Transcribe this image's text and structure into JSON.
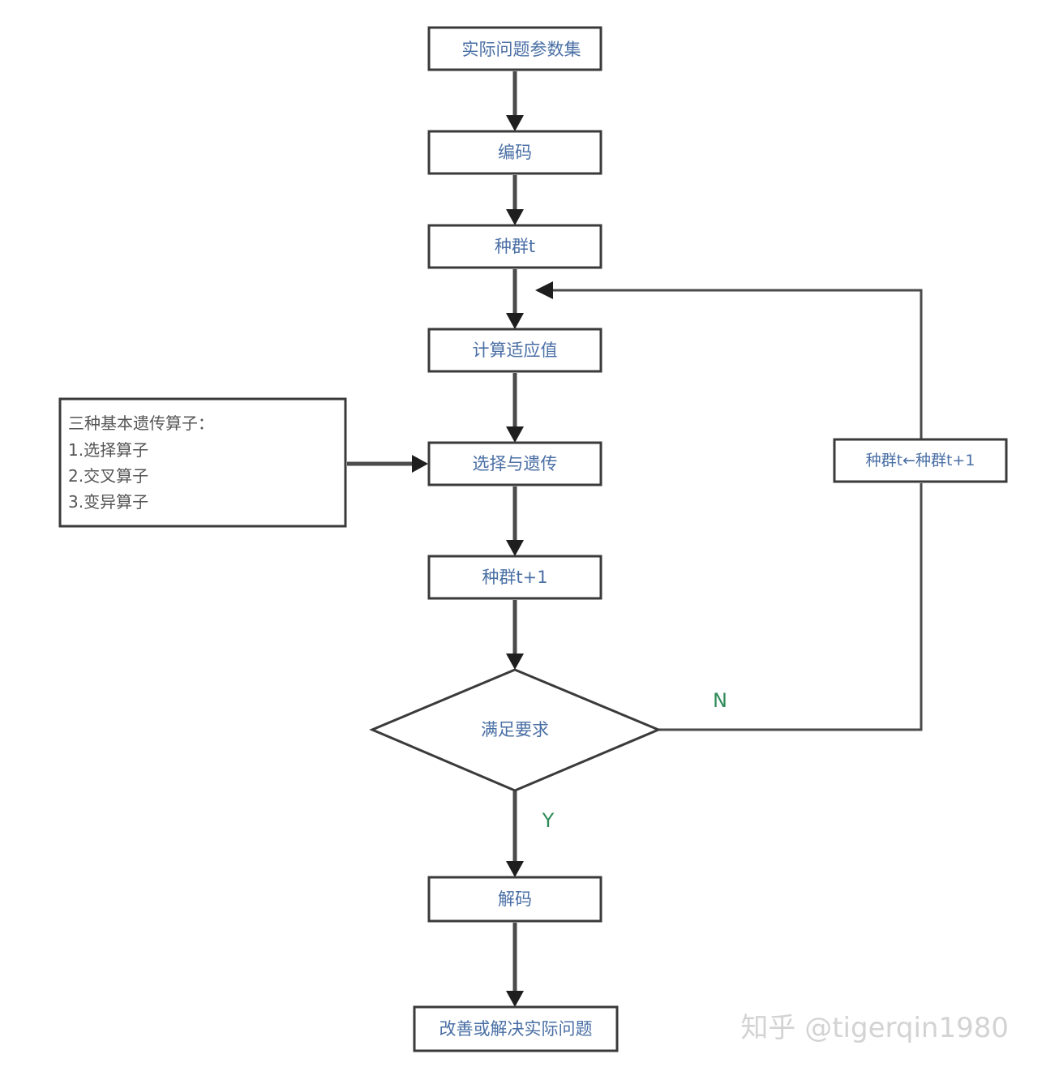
{
  "nodes": {
    "param_set": "实际问题参数集",
    "encode": "编码",
    "population_t": "种群t",
    "fitness": "计算适应值",
    "selection": "选择与遗传",
    "population_t1": "种群t+1",
    "decision": "满足要求",
    "decode": "解码",
    "result": "改善或解决实际问题",
    "update": "种群t←种群t+1"
  },
  "operators": {
    "title": "三种基本遗传算子：",
    "items": [
      "1.选择算子",
      "2.交叉算子",
      "3.变异算子"
    ]
  },
  "branches": {
    "no": "N",
    "yes": "Y"
  },
  "watermark": "知乎 @tigerqin1980",
  "colors": {
    "node_text": "#4a6fa5",
    "operator_text": "#555555",
    "branch_label": "#2e8b57",
    "line": "#4a4a4a",
    "border": "#3a3a3a"
  }
}
